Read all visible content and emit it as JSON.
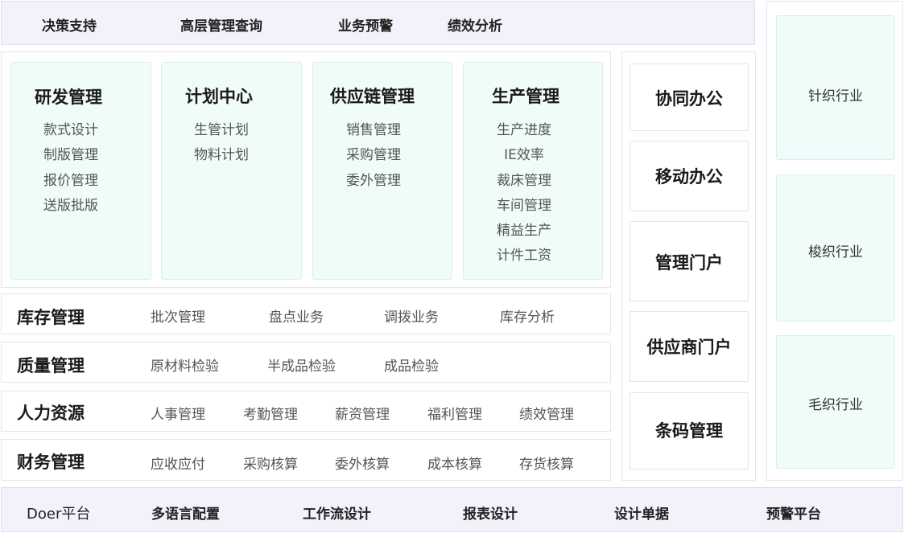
{
  "top_bar": {
    "items": [
      "决策支持",
      "高层管理查询",
      "业务预警",
      "绩效分析"
    ]
  },
  "modules": [
    {
      "title": "研发管理",
      "items": [
        "款式设计",
        "制版管理",
        "报价管理",
        "送版批版"
      ]
    },
    {
      "title": "计划中心",
      "items": [
        "生管计划",
        "物料计划"
      ]
    },
    {
      "title": "供应链管理",
      "items": [
        "销售管理",
        "采购管理",
        "委外管理"
      ]
    },
    {
      "title": "生产管理",
      "items": [
        "生产进度",
        "IE效率",
        "裁床管理",
        "车间管理",
        "精益生产",
        "计件工资"
      ]
    }
  ],
  "rows": [
    {
      "title": "库存管理",
      "items": [
        "批次管理",
        "盘点业务",
        "调拨业务",
        "库存分析"
      ]
    },
    {
      "title": "质量管理",
      "items": [
        "原材料检验",
        "半成品检验",
        "成品检验"
      ]
    },
    {
      "title": "人力资源",
      "items": [
        "人事管理",
        "考勤管理",
        "薪资管理",
        "福利管理",
        "绩效管理"
      ]
    },
    {
      "title": "财务管理",
      "items": [
        "应收应付",
        "采购核算",
        "委外核算",
        "成本核算",
        "存货核算"
      ]
    }
  ],
  "middle_column": {
    "items": [
      "协同办公",
      "移动办公",
      "管理门户",
      "供应商门户",
      "条码管理"
    ]
  },
  "industries": {
    "items": [
      "针织行业",
      "梭织行业",
      "毛织行业"
    ]
  },
  "bottom_bar": {
    "platform": "Doer平台",
    "items": [
      "多语言配置",
      "工作流设计",
      "报表设计",
      "设计单据",
      "预警平台"
    ]
  }
}
